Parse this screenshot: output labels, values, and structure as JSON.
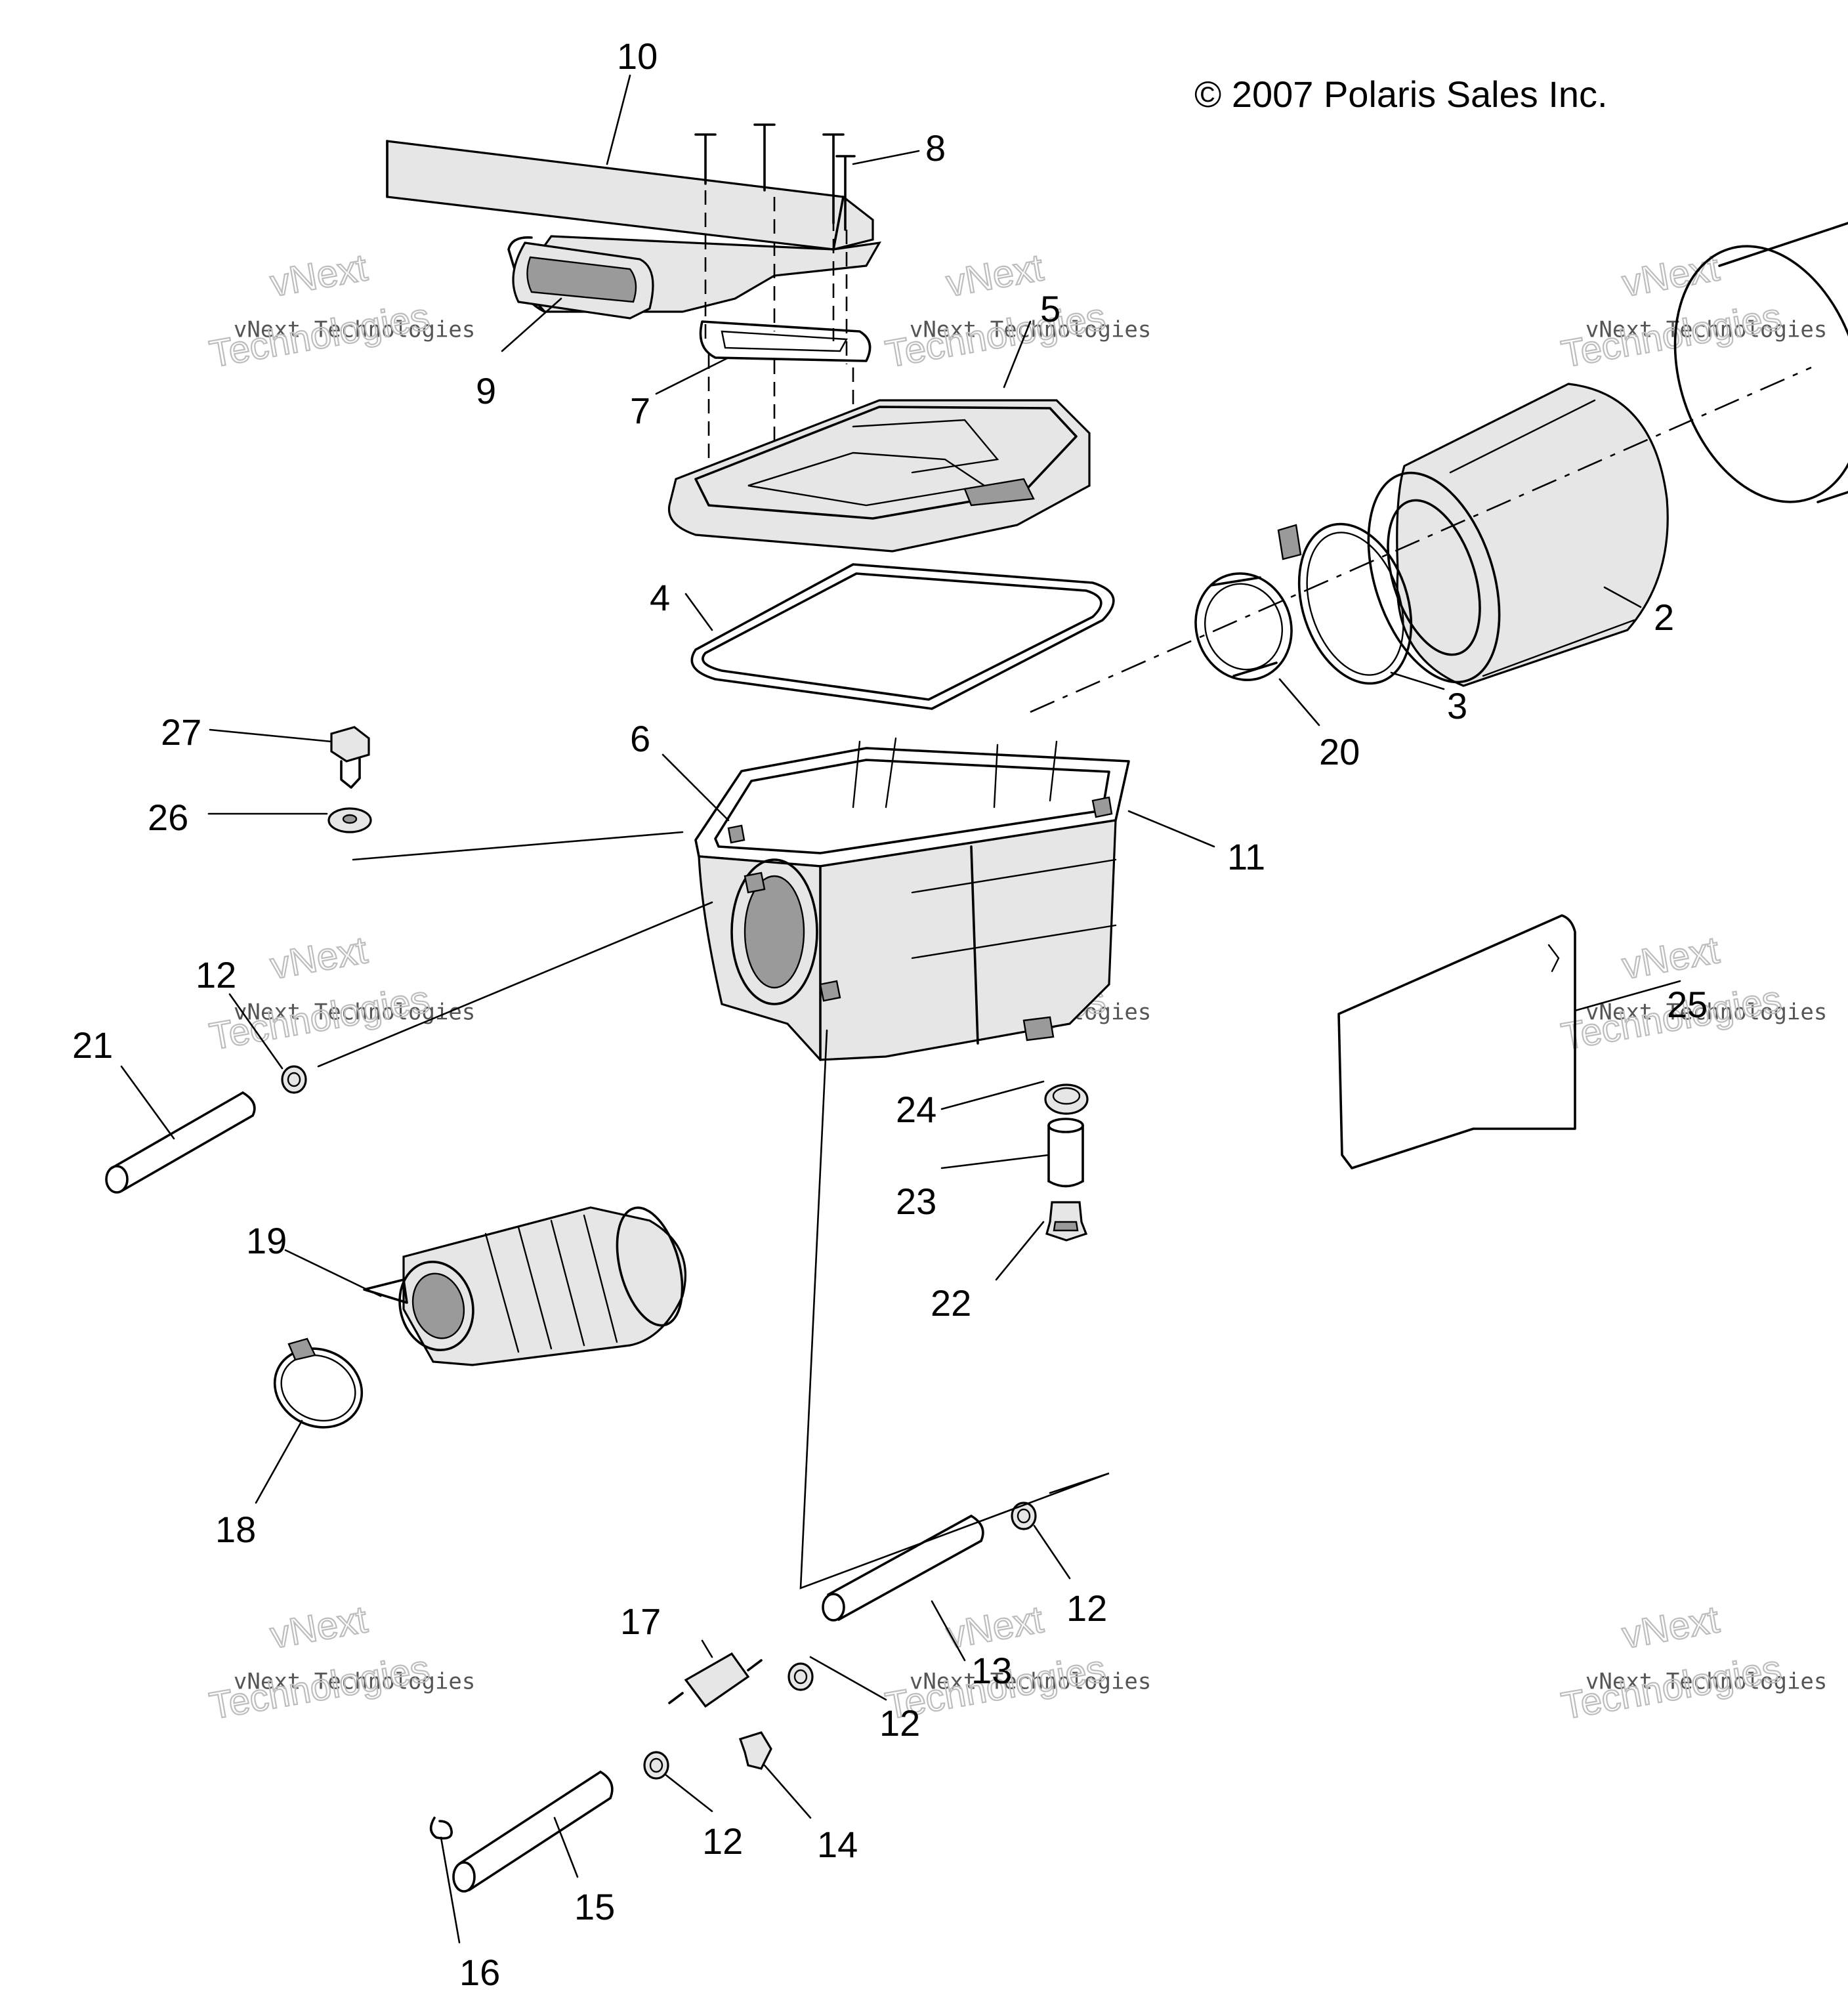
{
  "diagram": {
    "copyright": "© 2007 Polaris Sales Inc.",
    "callouts": [
      "10",
      "8",
      "9",
      "7",
      "5",
      "2",
      "4",
      "3",
      "20",
      "27",
      "6",
      "26",
      "11",
      "12",
      "21",
      "25",
      "24",
      "23",
      "19",
      "22",
      "18",
      "12",
      "13",
      "17",
      "12",
      "12",
      "14",
      "15",
      "16"
    ],
    "watermark": {
      "line1": "vNext",
      "line2": "vNext Technologies",
      "line3": "Technologies"
    }
  }
}
